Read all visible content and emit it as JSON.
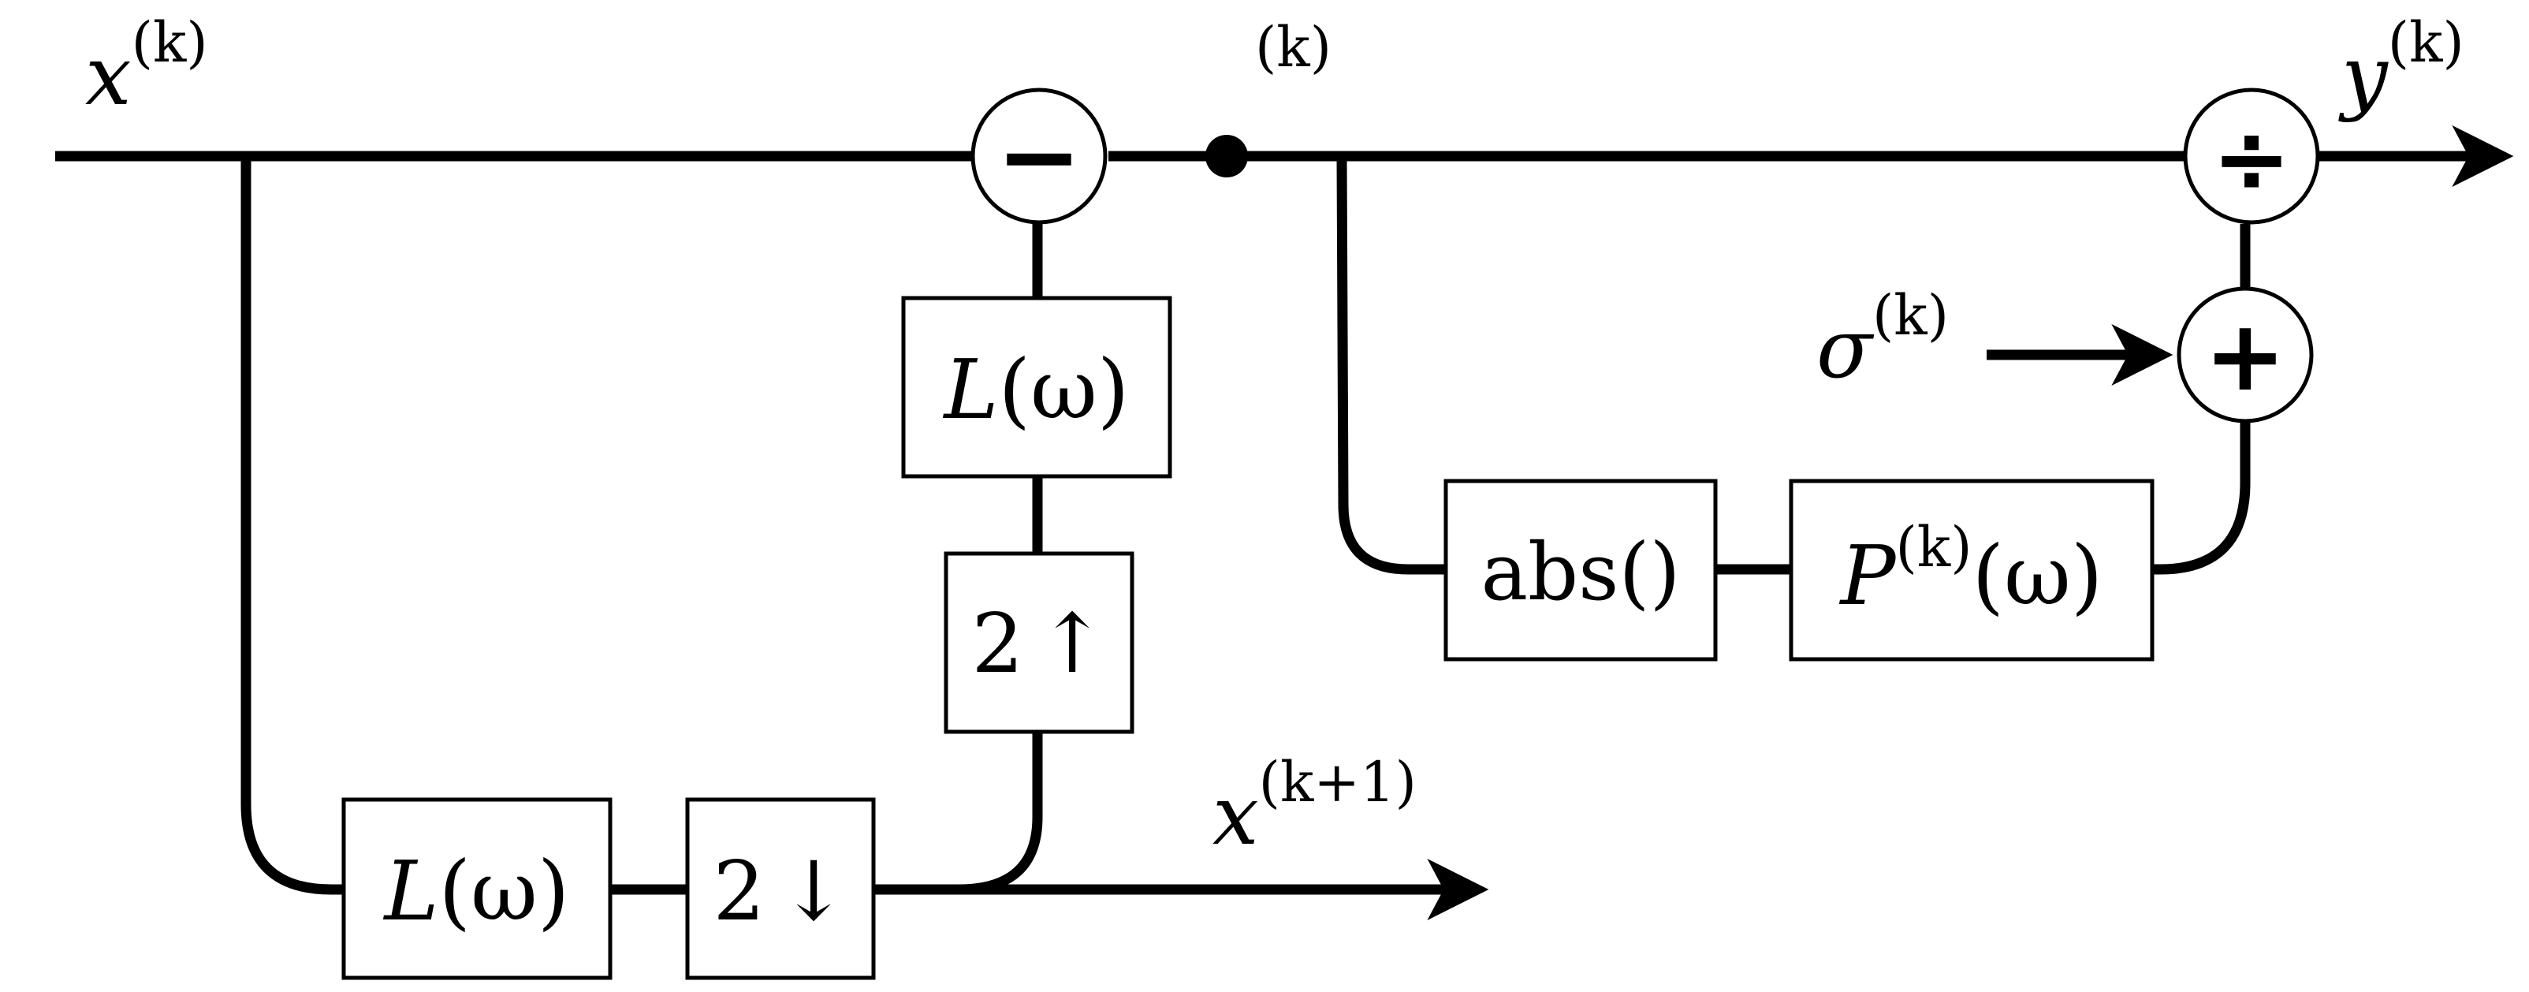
{
  "signals": {
    "input": {
      "base": "x",
      "sup": "(k)"
    },
    "top_node": {
      "sup": "(k)"
    },
    "output": {
      "base": "y",
      "sup": "(k)"
    },
    "sigma": {
      "base": "σ",
      "sup": "(k)"
    },
    "next_level": {
      "base": "x",
      "sup": "(k+1)"
    }
  },
  "blocks": {
    "lowpass_top": {
      "pre": "L",
      "post": "(ω)"
    },
    "upsample": {
      "num": "2",
      "arrow": "↑"
    },
    "lowpass_bottom": {
      "pre": "L",
      "post": "(ω)"
    },
    "downsample": {
      "num": "2",
      "arrow": "↓"
    },
    "abs": {
      "label": "abs()"
    },
    "p_filter": {
      "pre": "P",
      "sup": "(k)",
      "post": "(ω)"
    }
  },
  "operators": {
    "subtract": "−",
    "divide": "÷",
    "add": "+"
  }
}
